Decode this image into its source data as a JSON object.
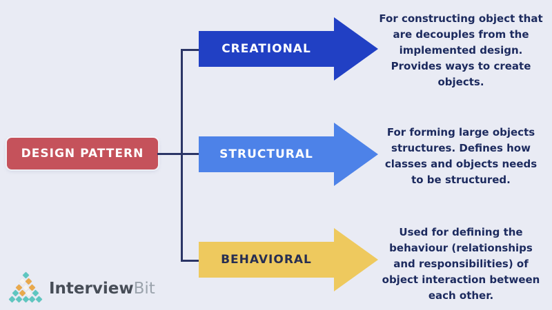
{
  "diagram": {
    "root": {
      "label": "DESIGN PATTERN"
    },
    "branches": [
      {
        "id": "creational",
        "label": "CREATIONAL",
        "arrow_color": "#2140c4",
        "label_color": "#ffffff",
        "description": "For constructing object that are decouples from the implemented design. Provides ways to create objects."
      },
      {
        "id": "structural",
        "label": "STRUCTURAL",
        "arrow_color": "#4d82e8",
        "label_color": "#ffffff",
        "description": "For forming large objects structures. Defines how classes and objects needs to be structured."
      },
      {
        "id": "behavioral",
        "label": "BEHAVIORAL",
        "arrow_color": "#eec95e",
        "label_color": "#272e52",
        "description": "Used for defining the behaviour (relationships and responsibilities) of object interaction between each other."
      }
    ],
    "colors": {
      "background": "#e9ebf4",
      "root_box": "#c5525b",
      "connector": "#2b3566",
      "description_text": "#1c2a5e"
    }
  },
  "logo": {
    "text_primary": "Interview",
    "text_secondary": "Bit",
    "mark": "diamond-pyramid",
    "colors": {
      "teal": "#5ec6c0",
      "orange": "#e9a94c",
      "white": "#f6f4f0"
    },
    "pyramid_rows": [
      [
        "teal"
      ],
      [
        "white",
        "orange"
      ],
      [
        "orange",
        "white",
        "orange"
      ],
      [
        "teal",
        "orange",
        "white",
        "teal"
      ],
      [
        "teal",
        "teal",
        "teal",
        "teal",
        "teal"
      ]
    ]
  }
}
